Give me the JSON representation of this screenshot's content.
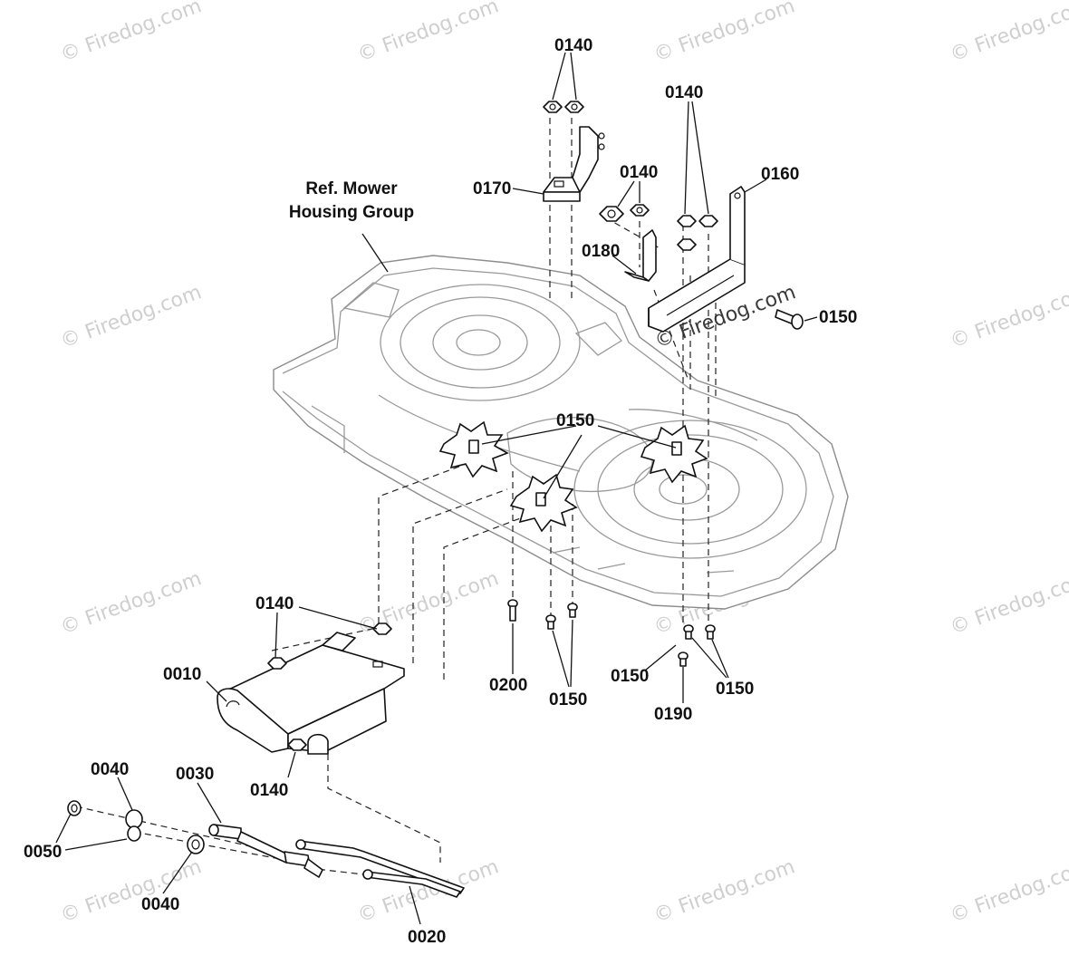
{
  "reference_note": {
    "line1": "Ref. Mower",
    "line2": "Housing Group"
  },
  "callouts": [
    {
      "id": "c0140_top",
      "text": "0140"
    },
    {
      "id": "c0140_right",
      "text": "0140"
    },
    {
      "id": "c0140_mid",
      "text": "0140"
    },
    {
      "id": "c0160",
      "text": "0160"
    },
    {
      "id": "c0170",
      "text": "0170"
    },
    {
      "id": "c0180",
      "text": "0180"
    },
    {
      "id": "c0150_right",
      "text": "0150"
    },
    {
      "id": "c0150_center",
      "text": "0150"
    },
    {
      "id": "c0140_left",
      "text": "0140"
    },
    {
      "id": "c0010",
      "text": "0010"
    },
    {
      "id": "c0200",
      "text": "0200"
    },
    {
      "id": "c0150_bl",
      "text": "0150"
    },
    {
      "id": "c0150_bm",
      "text": "0150"
    },
    {
      "id": "c0150_br",
      "text": "0150"
    },
    {
      "id": "c0190",
      "text": "0190"
    },
    {
      "id": "c0140_bottom",
      "text": "0140"
    },
    {
      "id": "c0040_top",
      "text": "0040"
    },
    {
      "id": "c0030",
      "text": "0030"
    },
    {
      "id": "c0050",
      "text": "0050"
    },
    {
      "id": "c0040_bottom",
      "text": "0040"
    },
    {
      "id": "c0020",
      "text": "0020"
    }
  ],
  "watermark": {
    "text": "© Firedog.com"
  },
  "colors": {
    "ink": "#111111",
    "deck_line": "#9a9a9a",
    "watermark": "#cfcfcf"
  }
}
